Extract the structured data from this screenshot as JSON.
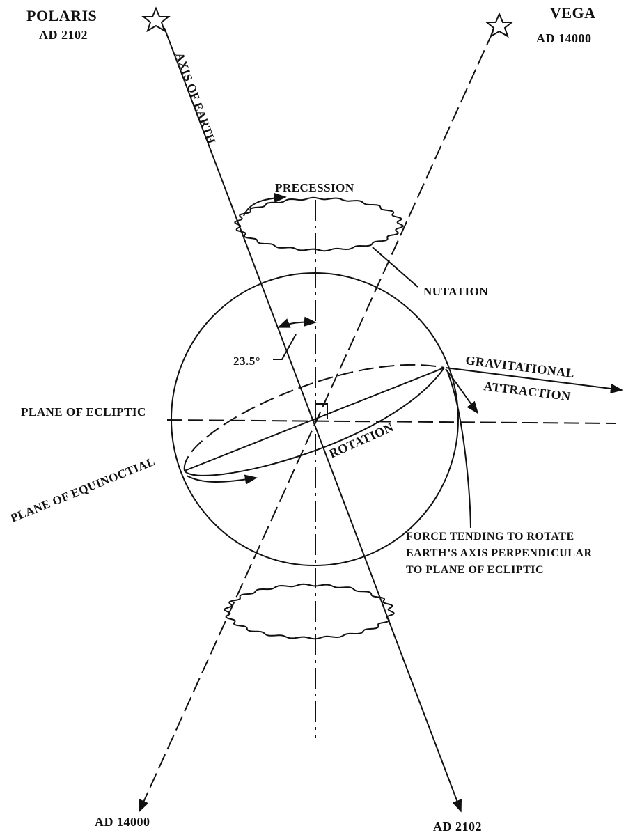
{
  "labels": {
    "polaris": "POLARIS",
    "polaris_date": "AD 2102",
    "vega": "VEGA",
    "vega_date": "AD 14000",
    "axis_of_earth": "AXIS OF EARTH",
    "precession": "PRECESSION",
    "nutation": "NUTATION",
    "tilt_angle": "23.5°",
    "gravitational": "GRAVITATIONAL",
    "attraction": "ATTRACTION",
    "plane_of_ecliptic": "PLANE OF ECLIPTIC",
    "rotation": "ROTATION",
    "plane_of_equinoctial": "PLANE OF EQUINOCTIAL",
    "force_line1": "FORCE TENDING TO ROTATE",
    "force_line2": "EARTH’S AXIS PERPENDICULAR",
    "force_line3": "TO PLANE OF ECLIPTIC",
    "bottom_left_date": "AD 14000",
    "bottom_right_date": "AD 2102"
  },
  "icons": {
    "polaris_star": "star-outline-icon",
    "vega_star": "star-outline-icon"
  },
  "colors": {
    "ink": "#111111",
    "paper": "#ffffff"
  }
}
